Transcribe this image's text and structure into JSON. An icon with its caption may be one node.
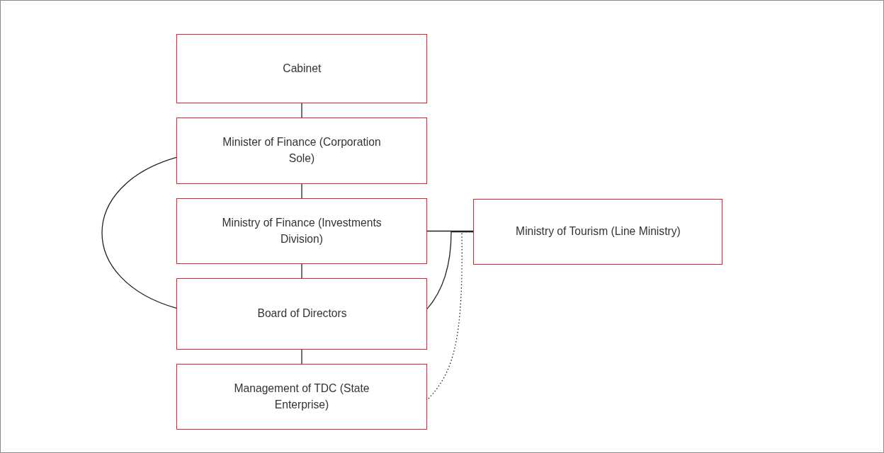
{
  "diagram": {
    "nodes": [
      {
        "text": [
          "Cabinet"
        ]
      },
      {
        "text": [
          "Minister of Finance (Corporation Sole)"
        ]
      },
      {
        "text": [
          "Ministry of Finance (Investments Division)"
        ]
      },
      {
        "text": [
          "Board of Directors"
        ]
      },
      {
        "text": [
          "Management of TDC (State Enterprise)"
        ]
      },
      {
        "text": [
          "Ministry of Tourism (Line Ministry)"
        ]
      }
    ],
    "edges": [
      {
        "from": 0,
        "to": 1,
        "arrow": "none"
      },
      {
        "from": 1,
        "to": 2,
        "arrow": "none"
      },
      {
        "from": 2,
        "to": 3,
        "arrow": "none"
      },
      {
        "from": 3,
        "to": 4,
        "arrow": "none"
      },
      {
        "from": 1,
        "to": 3,
        "arrow": "none"
      },
      {
        "from": 2,
        "to": 5,
        "arrow": "none"
      },
      {
        "from": 5,
        "to": 3,
        "arrow": "none"
      },
      {
        "from": 5,
        "to": 4,
        "arrow": "none",
        "style": "dashed"
      }
    ]
  }
}
